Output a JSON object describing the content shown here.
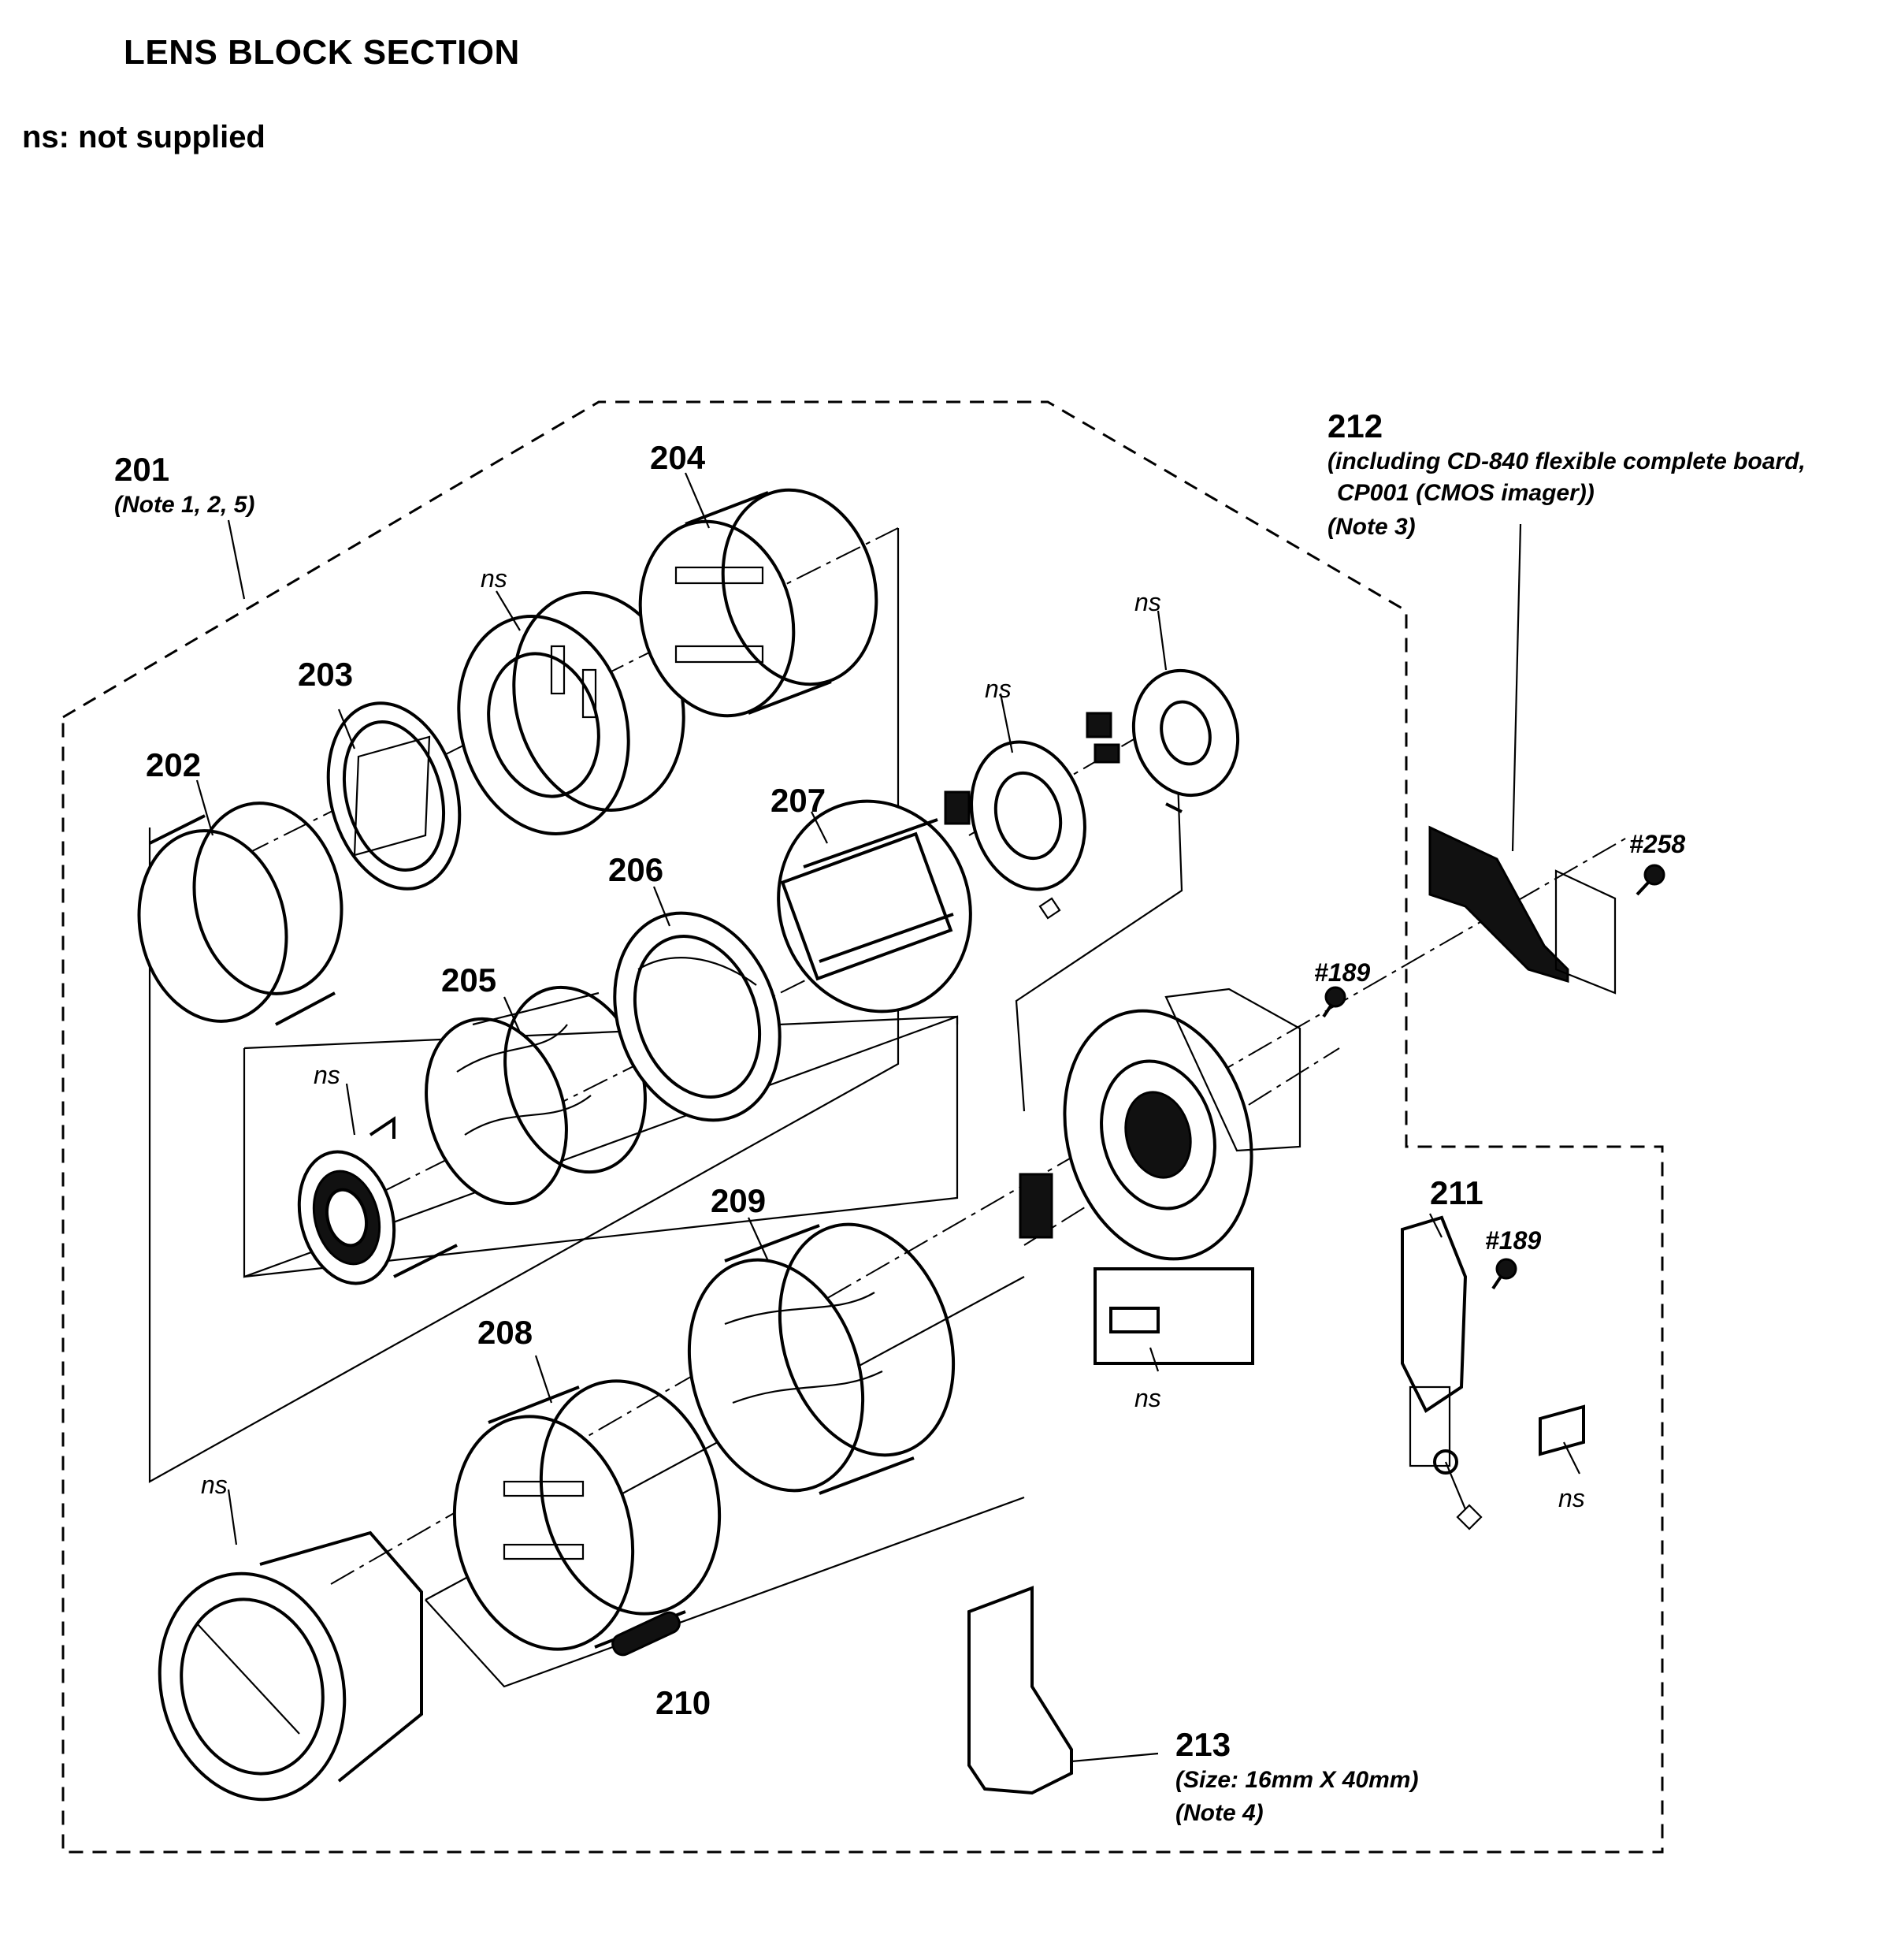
{
  "header": {
    "title": "LENS BLOCK SECTION",
    "legend": "ns: not supplied"
  },
  "labels": {
    "p201": "201",
    "p201_note": "(Note 1, 2, 5)",
    "p202": "202",
    "p203": "203",
    "p204": "204",
    "p205": "205",
    "p206": "206",
    "p207": "207",
    "p208": "208",
    "p209": "209",
    "p210": "210",
    "p211": "211",
    "p212": "212",
    "p212_note1": "(including CD-840 flexible complete board,",
    "p212_note2": "CP001 (CMOS imager))",
    "p212_note3": "(Note 3)",
    "p213": "213",
    "p213_note1": "(Size: 16mm X 40mm)",
    "p213_note2": "(Note 4)",
    "screw258": "#258",
    "screw189a": "#189",
    "screw189b": "#189",
    "ns": "ns"
  }
}
